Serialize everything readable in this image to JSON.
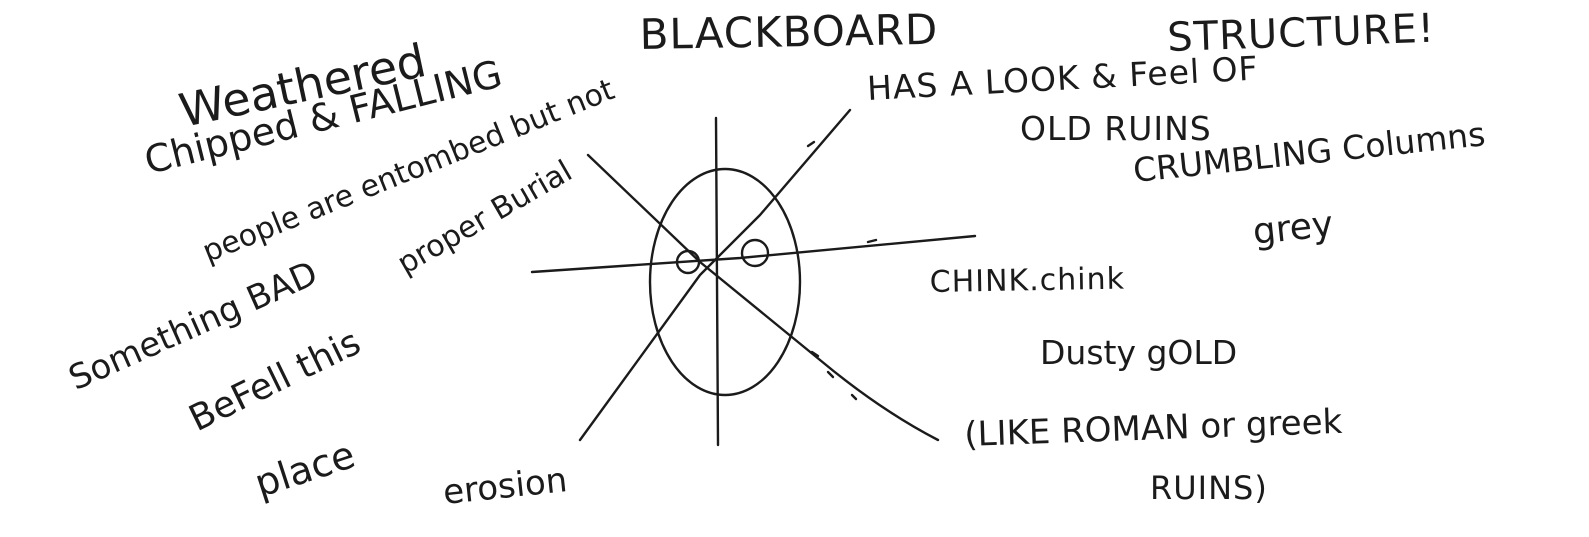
{
  "diagram": {
    "title": "BLACKBOARD",
    "structure_heading": "STRUCTURE!",
    "notes": {
      "weathered": "Weathered",
      "chipped": "Chipped & FALLING",
      "entombed": "people are entombed but not",
      "proper_burial": "proper Burial",
      "something_bad": "Something BAD",
      "befell": "BeFell this",
      "place": "place",
      "erosion": "erosion",
      "look_feel": "HAS A LOOK & Feel OF",
      "old_ruins": "OLD RUINS",
      "crumbling": "CRUMBLING Columns",
      "grey": "grey",
      "chink": "CHINK.chink",
      "dusty_gold": "Dusty gOLD",
      "like_roman": "(LIKE ROMAN or greek",
      "ruins": "RUINS)"
    }
  }
}
